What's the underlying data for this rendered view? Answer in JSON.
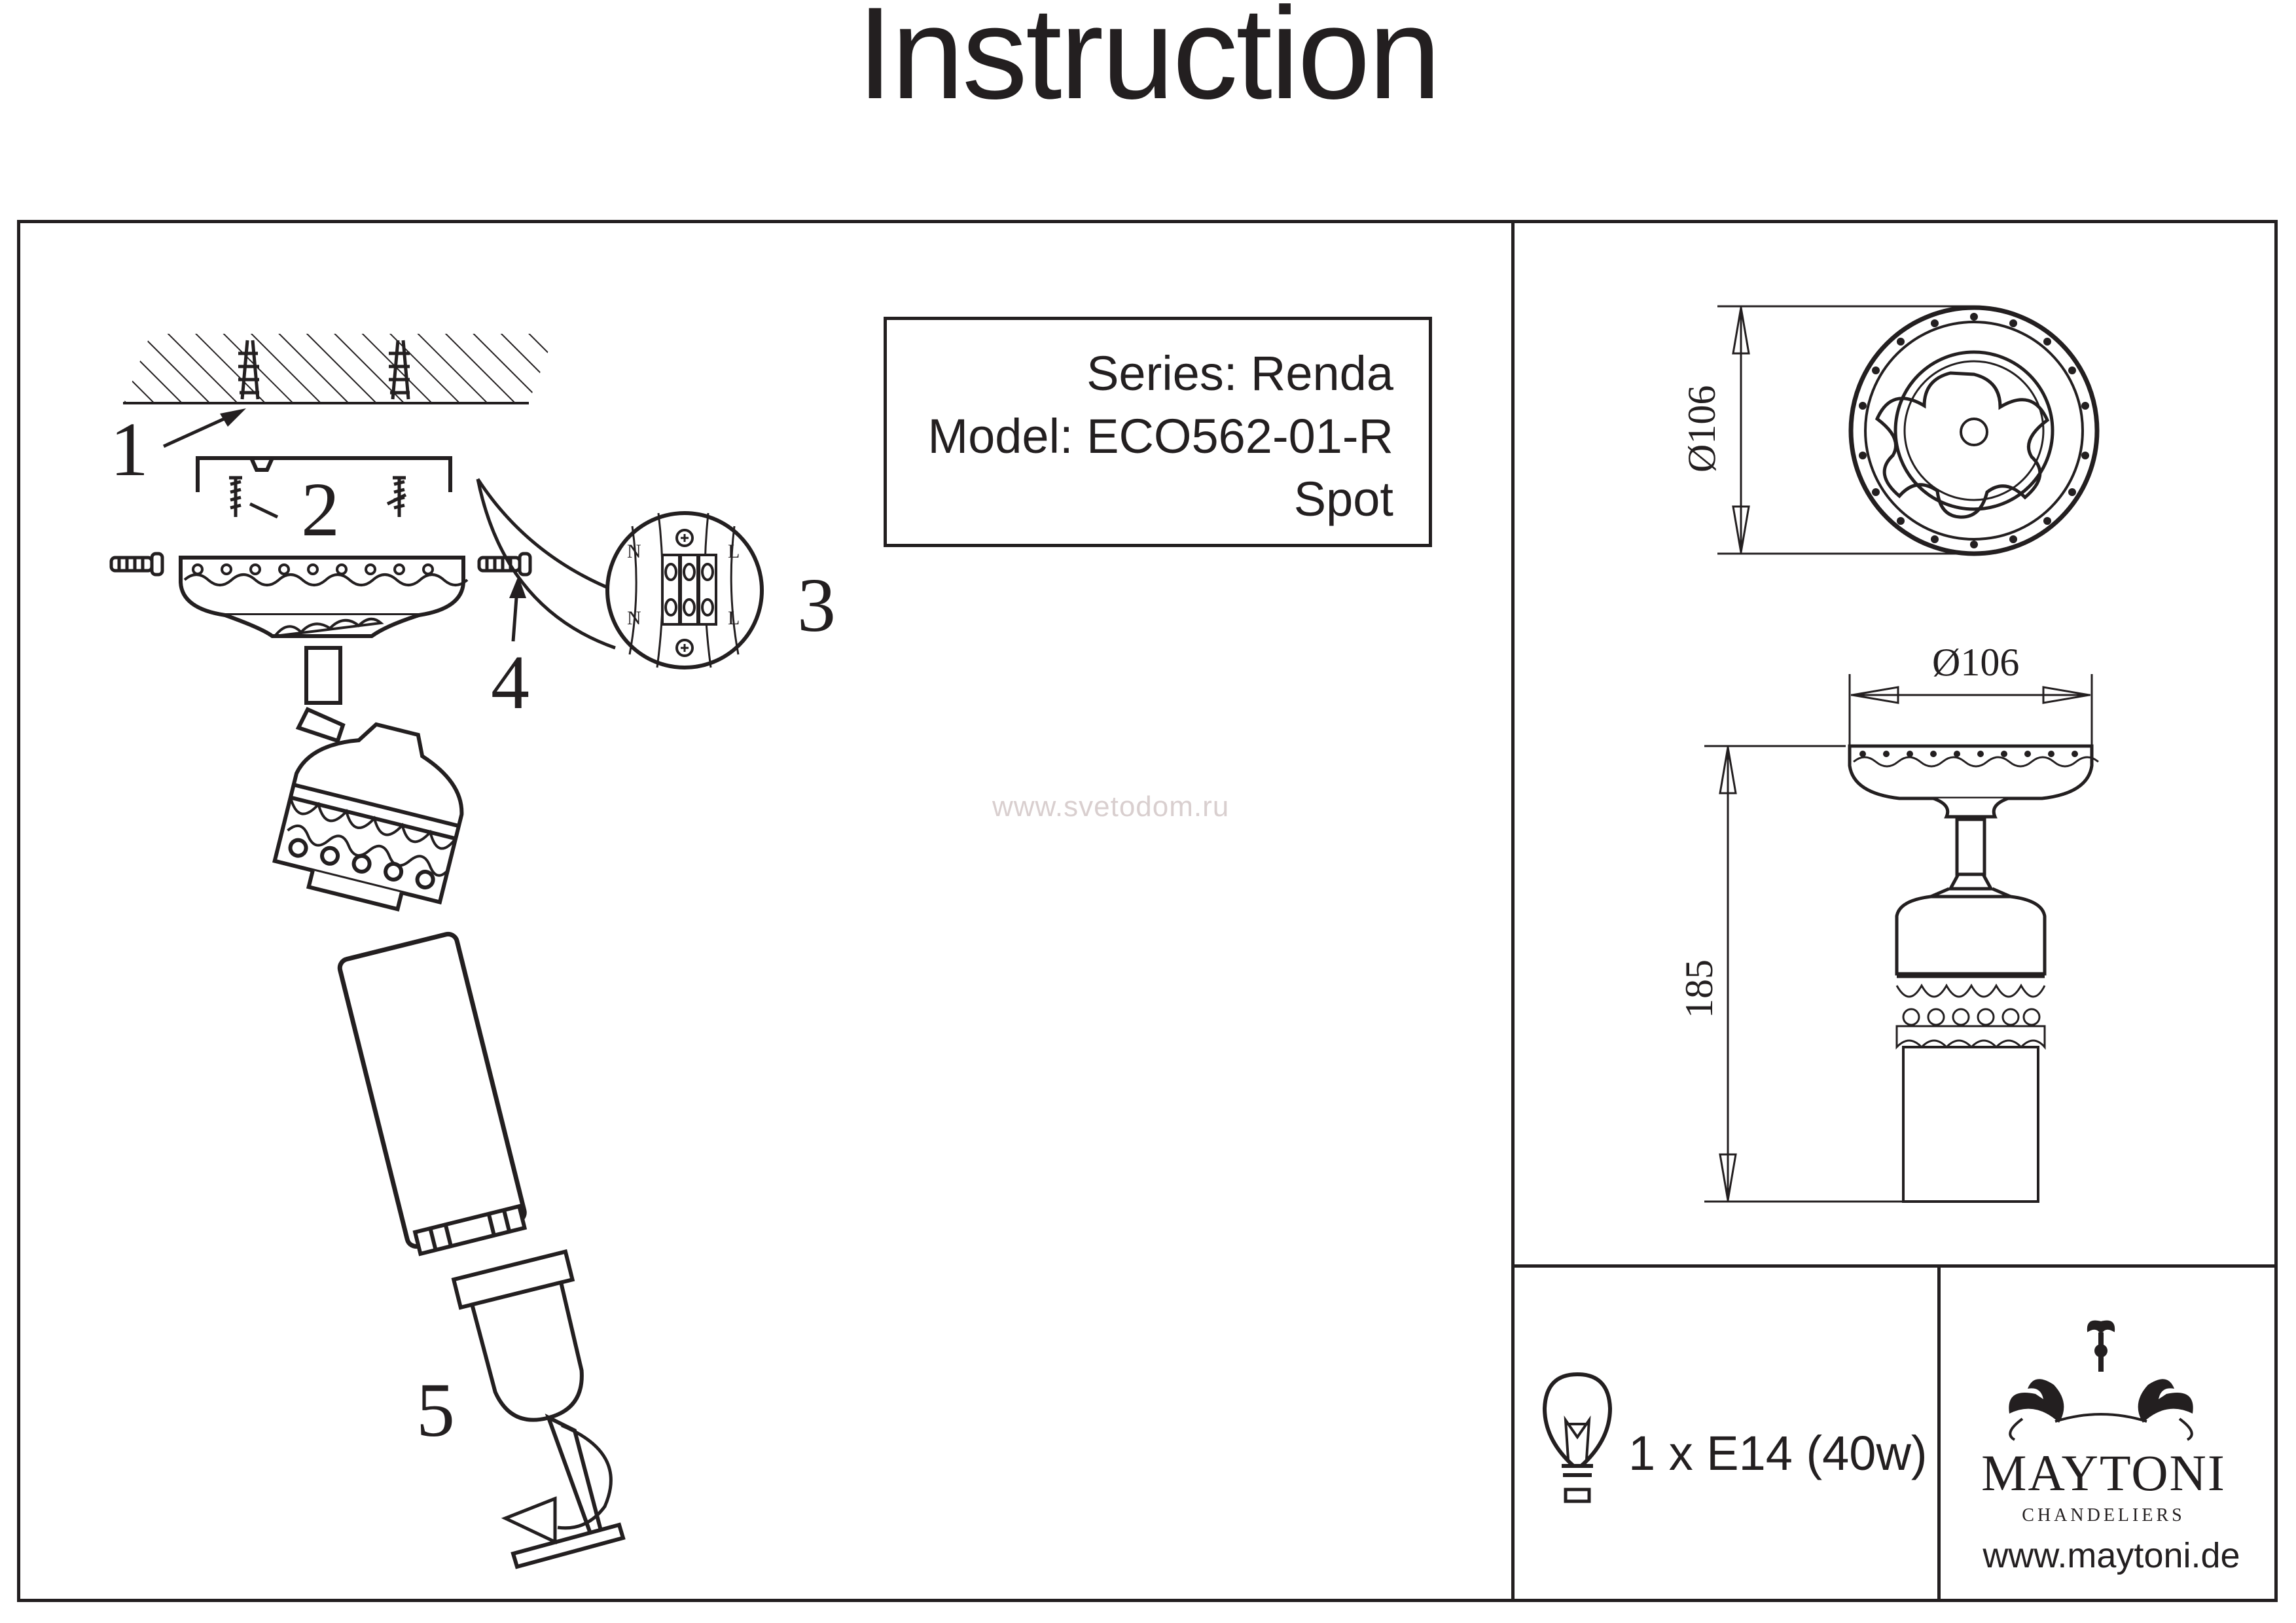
{
  "title": "Instruction",
  "product": {
    "series": "Series: Renda",
    "model": "Model: ECO562-01-R",
    "type": "Spot"
  },
  "steps": [
    "1",
    "2",
    "3",
    "4",
    "5"
  ],
  "wiring": {
    "neutral": "N",
    "live": "L"
  },
  "dimensions": {
    "top_diameter": "Ø106",
    "side_diameter": "Ø106",
    "height": "185"
  },
  "bulb": {
    "spec": "1 x E14 (40w)",
    "icon": "light-bulb-icon"
  },
  "brand": {
    "name": "MAYTONI",
    "subtitle": "CHANDELIERS",
    "website": "www.maytoni.de"
  },
  "watermark": "www.svetodom.ru"
}
